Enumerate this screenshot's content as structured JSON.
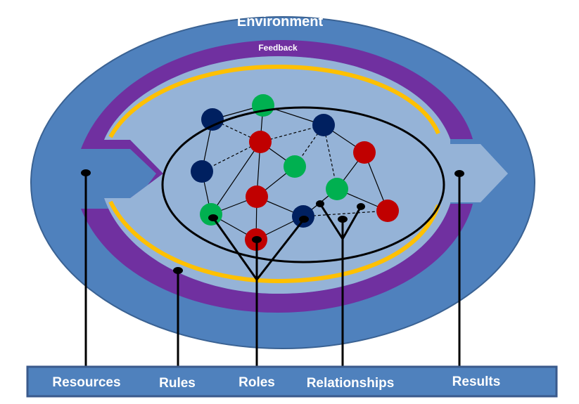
{
  "title": "Environment",
  "feedback_label": "Feedback",
  "colors": {
    "environment": "#4f81bd",
    "environment_border": "#3a6293",
    "feedback": "#7030a0",
    "rules_ring": "#ffc000",
    "system": "#95b3d7",
    "node_navy": "#002060",
    "node_red": "#c00000",
    "node_green": "#00b050",
    "bar": "#4f81bd",
    "bar_border": "#3a5a8c"
  },
  "bottom_labels": [
    {
      "key": "resources",
      "label": "Resources"
    },
    {
      "key": "rules",
      "label": "Rules"
    },
    {
      "key": "roles",
      "label": "Roles"
    },
    {
      "key": "relationships",
      "label": "Relationships"
    },
    {
      "key": "results",
      "label": "Results"
    }
  ],
  "network": {
    "nodes": [
      {
        "id": "n1",
        "color": "navy"
      },
      {
        "id": "n2",
        "color": "green"
      },
      {
        "id": "n3",
        "color": "red"
      },
      {
        "id": "n4",
        "color": "navy"
      },
      {
        "id": "n5",
        "color": "red"
      },
      {
        "id": "n6",
        "color": "green"
      },
      {
        "id": "n7",
        "color": "navy"
      },
      {
        "id": "n8",
        "color": "red"
      },
      {
        "id": "n9",
        "color": "green"
      },
      {
        "id": "n10",
        "color": "green"
      },
      {
        "id": "n11",
        "color": "navy"
      },
      {
        "id": "n12",
        "color": "red"
      },
      {
        "id": "n13",
        "color": "red"
      }
    ],
    "edges": [
      {
        "from": "n1",
        "to": "n2",
        "style": "solid"
      },
      {
        "from": "n1",
        "to": "n3",
        "style": "dashed"
      },
      {
        "from": "n1",
        "to": "n7",
        "style": "solid"
      },
      {
        "from": "n2",
        "to": "n3",
        "style": "solid"
      },
      {
        "from": "n2",
        "to": "n4",
        "style": "solid"
      },
      {
        "from": "n3",
        "to": "n4",
        "style": "dashed"
      },
      {
        "from": "n3",
        "to": "n6",
        "style": "solid"
      },
      {
        "from": "n3",
        "to": "n7",
        "style": "dashed"
      },
      {
        "from": "n3",
        "to": "n8",
        "style": "solid"
      },
      {
        "from": "n3",
        "to": "n10",
        "style": "solid"
      },
      {
        "from": "n4",
        "to": "n5",
        "style": "solid"
      },
      {
        "from": "n4",
        "to": "n6",
        "style": "dashed"
      },
      {
        "from": "n4",
        "to": "n9",
        "style": "dashed"
      },
      {
        "from": "n5",
        "to": "n9",
        "style": "solid"
      },
      {
        "from": "n5",
        "to": "n13",
        "style": "solid"
      },
      {
        "from": "n6",
        "to": "n8",
        "style": "solid"
      },
      {
        "from": "n7",
        "to": "n10",
        "style": "solid"
      },
      {
        "from": "n8",
        "to": "n10",
        "style": "solid"
      },
      {
        "from": "n8",
        "to": "n11",
        "style": "solid"
      },
      {
        "from": "n8",
        "to": "n12",
        "style": "solid"
      },
      {
        "from": "n9",
        "to": "n11",
        "style": "solid"
      },
      {
        "from": "n9",
        "to": "n13",
        "style": "solid"
      },
      {
        "from": "n10",
        "to": "n12",
        "style": "solid"
      },
      {
        "from": "n11",
        "to": "n12",
        "style": "solid"
      },
      {
        "from": "n11",
        "to": "n13",
        "style": "dashed"
      }
    ]
  }
}
